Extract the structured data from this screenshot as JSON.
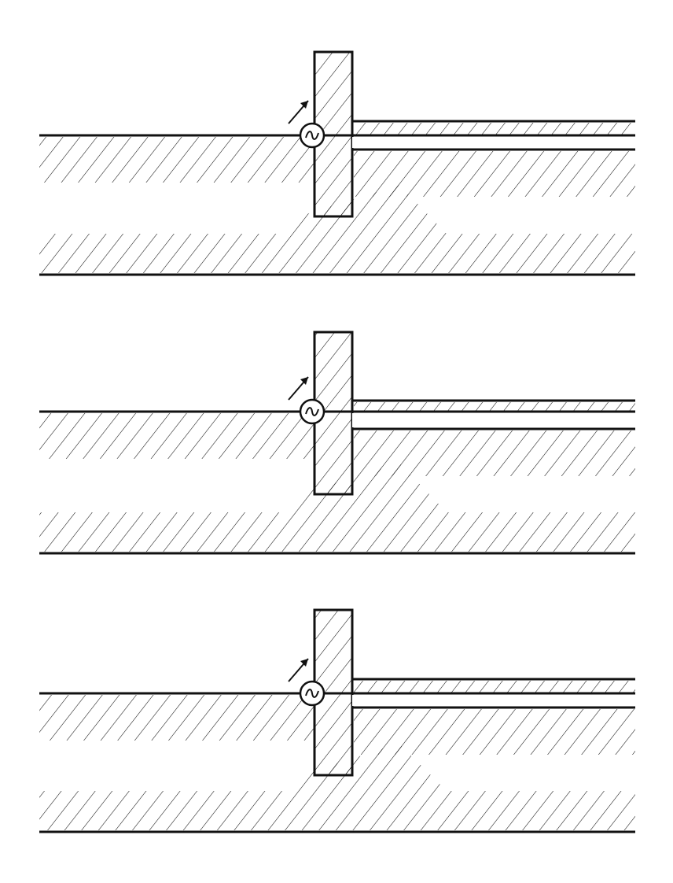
{
  "figure": {
    "panels": [
      {
        "id": "panel-1",
        "source_symbol": "~",
        "arrow_icon": "arrow-up-right-icon"
      },
      {
        "id": "panel-2",
        "source_symbol": "~",
        "arrow_icon": "arrow-up-right-icon"
      },
      {
        "id": "panel-3",
        "source_symbol": "~",
        "arrow_icon": "arrow-up-right-icon"
      }
    ],
    "colors": {
      "ink": "#111111",
      "paper": "#ffffff"
    }
  }
}
